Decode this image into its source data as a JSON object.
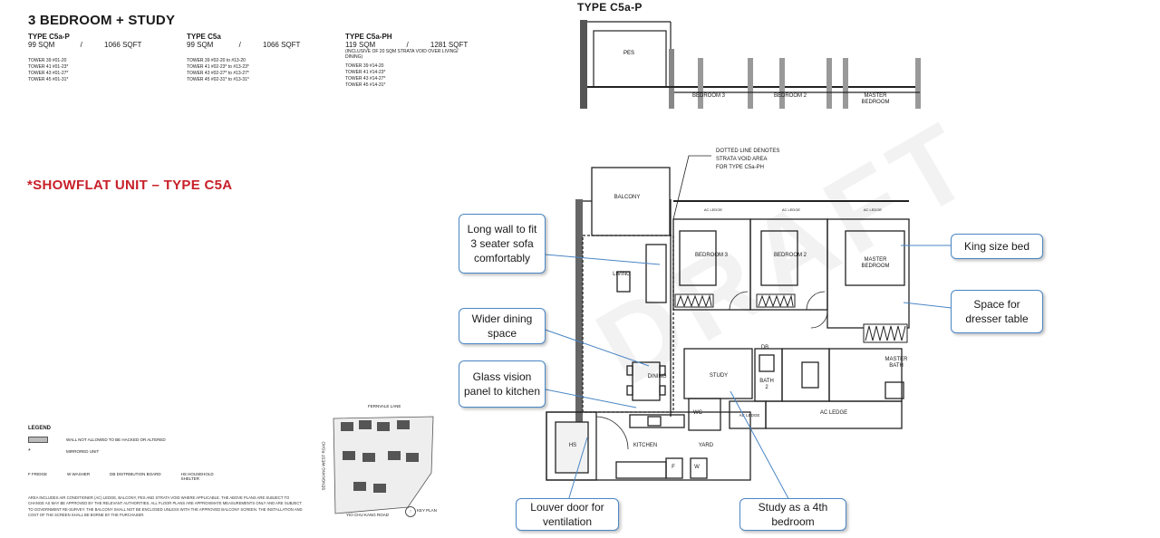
{
  "header": {
    "title": "3 BEDROOM + STUDY"
  },
  "types": [
    {
      "name": "TYPE C5a-P",
      "sqm": "99 SQM",
      "sep": "/",
      "sqft": "1066 SQFT",
      "note": "",
      "towers": [
        "TOWER 39 #01-20",
        "TOWER 41 #01-23*",
        "TOWER 43 #01-27*",
        "TOWER 45 #01-31*"
      ]
    },
    {
      "name": "TYPE C5a",
      "sqm": "99 SQM",
      "sep": "/",
      "sqft": "1066 SQFT",
      "note": "",
      "towers": [
        "TOWER 39 #02-20 to #13-20",
        "TOWER 41 #02-23* to #13-23*",
        "TOWER 43 #02-27* to #13-27*",
        "TOWER 45 #02-31* to #13-31*"
      ]
    },
    {
      "name": "TYPE C5a-PH",
      "sqm": "119 SQM",
      "sep": "/",
      "sqft": "1281 SQFT",
      "note": "(INCLUSIVE OF 20 SQM STRATA VOID OVER LIVING/ DINING)",
      "towers": [
        "TOWER 39 #14-20",
        "TOWER 41 #14-23*",
        "TOWER 43 #14-27*",
        "TOWER 45 #14-31*"
      ]
    }
  ],
  "plan_top": {
    "title": "TYPE C5a-P",
    "rooms": [
      "PES",
      "BEDROOM 3",
      "BEDROOM 2",
      "MASTER BEDROOM"
    ]
  },
  "showflat": "*SHOWFLAT UNIT – TYPE C5A",
  "dotted_note": [
    "DOTTED LINE DENOTES",
    "STRATA VOID AREA",
    "FOR TYPE C5a-PH"
  ],
  "rooms": {
    "balcony": "BALCONY",
    "living": "LIVING",
    "dining": "DINING",
    "bedroom3": "BEDROOM 3",
    "bedroom2": "BEDROOM 2",
    "master": "MASTER BEDROOM",
    "study": "STUDY",
    "bath2": "BATH 2",
    "master_bath": "MASTER BATH",
    "wc": "WC",
    "hs": "HS",
    "kitchen": "KITCHEN",
    "yard": "YARD",
    "ac_ledge": "AC LEDGE",
    "ac_ledge2": "AC LEDGE",
    "ac_top1": "AC LEDGE",
    "ac_top2": "AC LEDGE",
    "ac_top3": "AC LEDGE",
    "db": "DB",
    "f": "F",
    "w": "W"
  },
  "callouts": {
    "sofa": "Long wall to fit 3 seater sofa comfortably",
    "dining": "Wider dining space",
    "glass": "Glass vision panel to kitchen",
    "louver": "Louver door for ventilation",
    "study": "Study as a 4th bedroom",
    "bed": "King size bed",
    "dresser": "Space for dresser table"
  },
  "watermark": "DRAFT",
  "legend": {
    "title": "LEGEND",
    "wall": "WALL NOT ALLOWED TO BE HACKED OR ALTERED",
    "mirrored": "MIRRORED UNIT",
    "star": "*",
    "codes": [
      "F  FRIDGE",
      "W  WASHER",
      "DB  DISTRIBUTION BOARD",
      "HS  HOUSEHOLD SHELTER"
    ]
  },
  "disclaimer": "AREA INCLUDES AIR CONDITIONER (AC) LEDGE, BALCONY, PES AND STRATA VOID WHERE APPLICABLE. THE ABOVE PLANS ARE SUBJECT TO CHANGE AS MAY BE APPROVED BY THE RELEVANT AUTHORITIES. ALL FLOOR PLANS ARE APPROXIMATE MEASUREMENTS ONLY AND ARE SUBJECT TO GOVERNMENT RE-SURVEY. THE BALCONY SHALL NOT BE ENCLOSED UNLESS WITH THE APPROVED BALCONY SCREEN. THE INSTALLATION AND COST OF THE SCREEN SHALL BE BORNE BY THE PURCHASER.",
  "keyplan": {
    "road_top": "FERNVALE LANE",
    "road_left": "SENGKANG WEST ROAD",
    "road_bottom": "YIO CHU KANG ROAD",
    "label": "KEY PLAN"
  },
  "colors": {
    "accent_red": "#c8202a",
    "callout_border": "#4a86c5"
  }
}
